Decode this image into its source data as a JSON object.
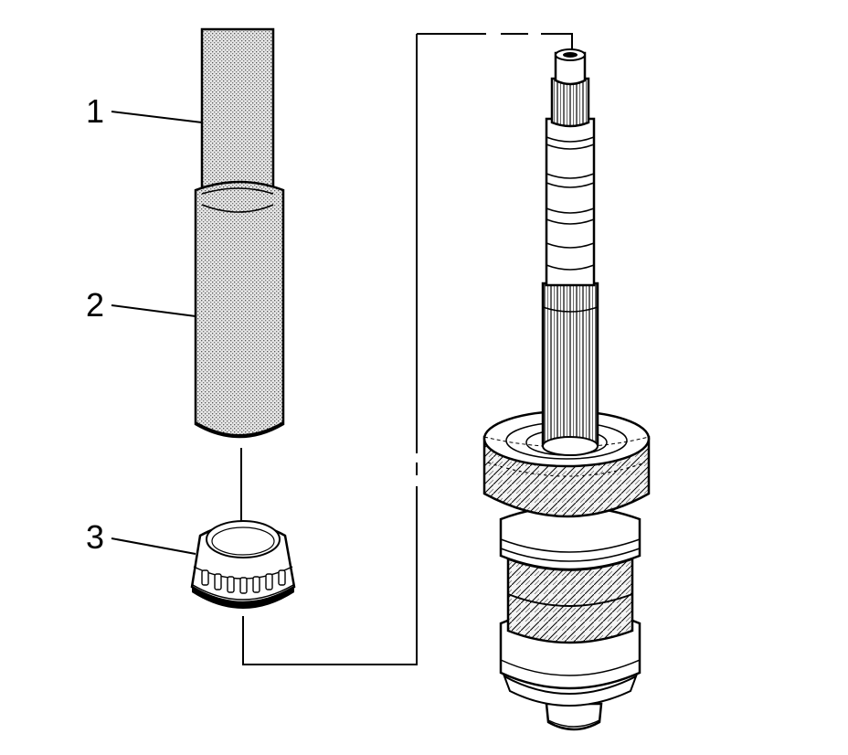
{
  "callouts": {
    "item1": "1",
    "item2": "2",
    "item3": "3"
  },
  "colors": {
    "ink": "#000000",
    "paper": "#ffffff",
    "shade": "#cfcfcf"
  }
}
